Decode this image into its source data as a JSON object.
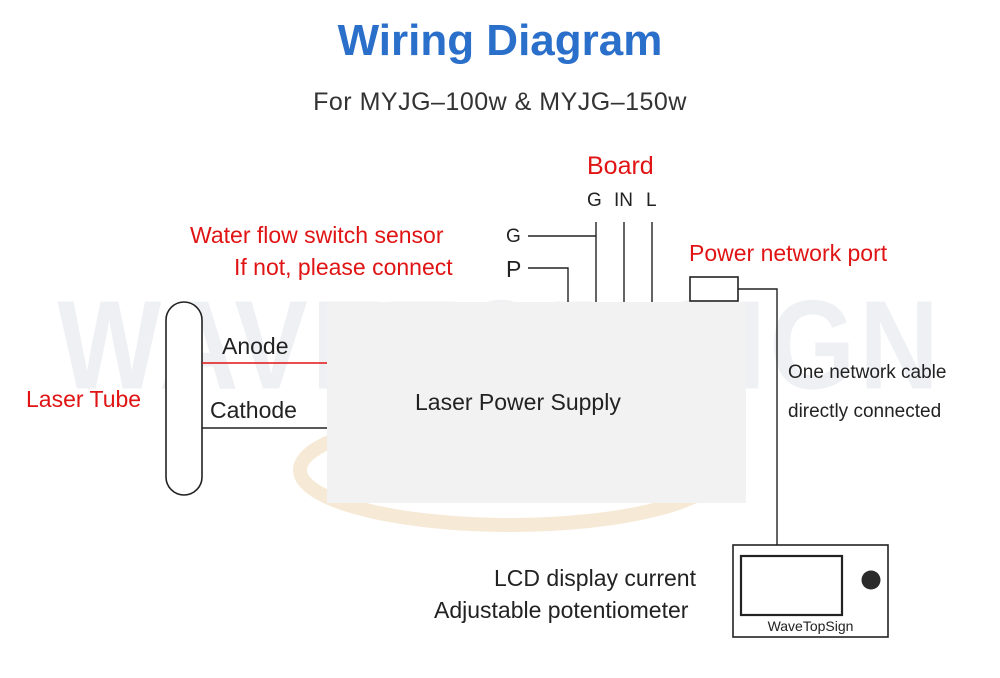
{
  "title": "Wiring Diagram",
  "subtitle": "For MYJG–100w & MYJG–150w",
  "watermark": "WAVETOP SIGN",
  "board": {
    "label": "Board",
    "pins": [
      "G",
      "IN",
      "L"
    ]
  },
  "water_sensor": {
    "label": "Water flow switch sensor",
    "pin": "G"
  },
  "connect_note": {
    "label": "If not, please connect",
    "pin": "P"
  },
  "power_port": {
    "label": "Power network port"
  },
  "laser_tube": {
    "label": "Laser Tube",
    "anode": "Anode",
    "cathode": "Cathode"
  },
  "power_supply": {
    "label": "Laser Power Supply"
  },
  "network_note": {
    "line1": "One network cable",
    "line2": "directly connected"
  },
  "display_note": {
    "line1": "LCD display current",
    "line2": "Adjustable potentiometer"
  },
  "panel": {
    "brand": "WaveTopSign"
  },
  "colors": {
    "title": "#2a6fc9",
    "highlight": "#e01414",
    "box": "#f2f2f2",
    "anode_wire": "#e01414",
    "cathode_wire": "#222222"
  }
}
